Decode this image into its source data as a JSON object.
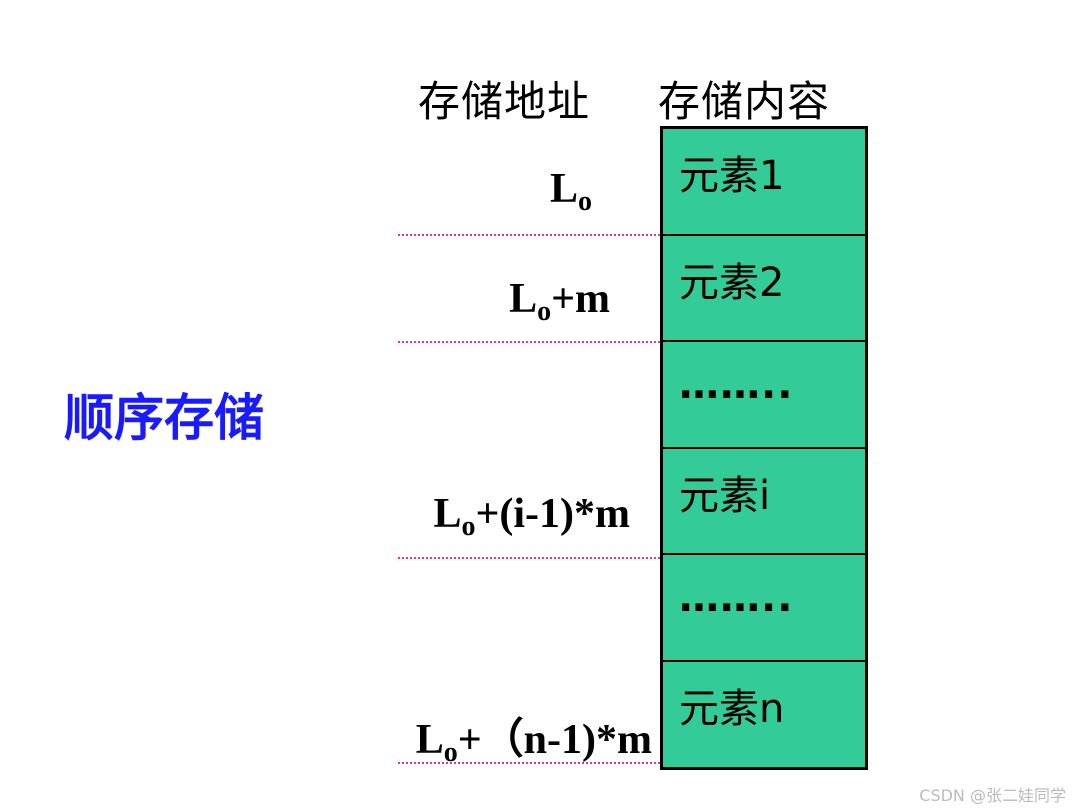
{
  "headers": {
    "address": "存储地址",
    "content": "存储内容"
  },
  "title": "顺序存储",
  "cells": [
    "元素1",
    "元素2",
    "……..",
    "元素i",
    "……..",
    "元素n"
  ],
  "addresses": [
    {
      "base": "L",
      "sub": "o",
      "rest": ""
    },
    {
      "base": "L",
      "sub": "o",
      "rest": "+m"
    },
    {
      "base": "L",
      "sub": "o",
      "rest": "+(i-1)*m"
    },
    {
      "base": "L",
      "sub": "o",
      "rest": "+（n-1)*m"
    }
  ],
  "watermark": "CSDN @张二娃同学",
  "colors": {
    "cell_fill": "#33cc99",
    "title": "#1a1aff",
    "dotted_line": "#dd33aa"
  }
}
